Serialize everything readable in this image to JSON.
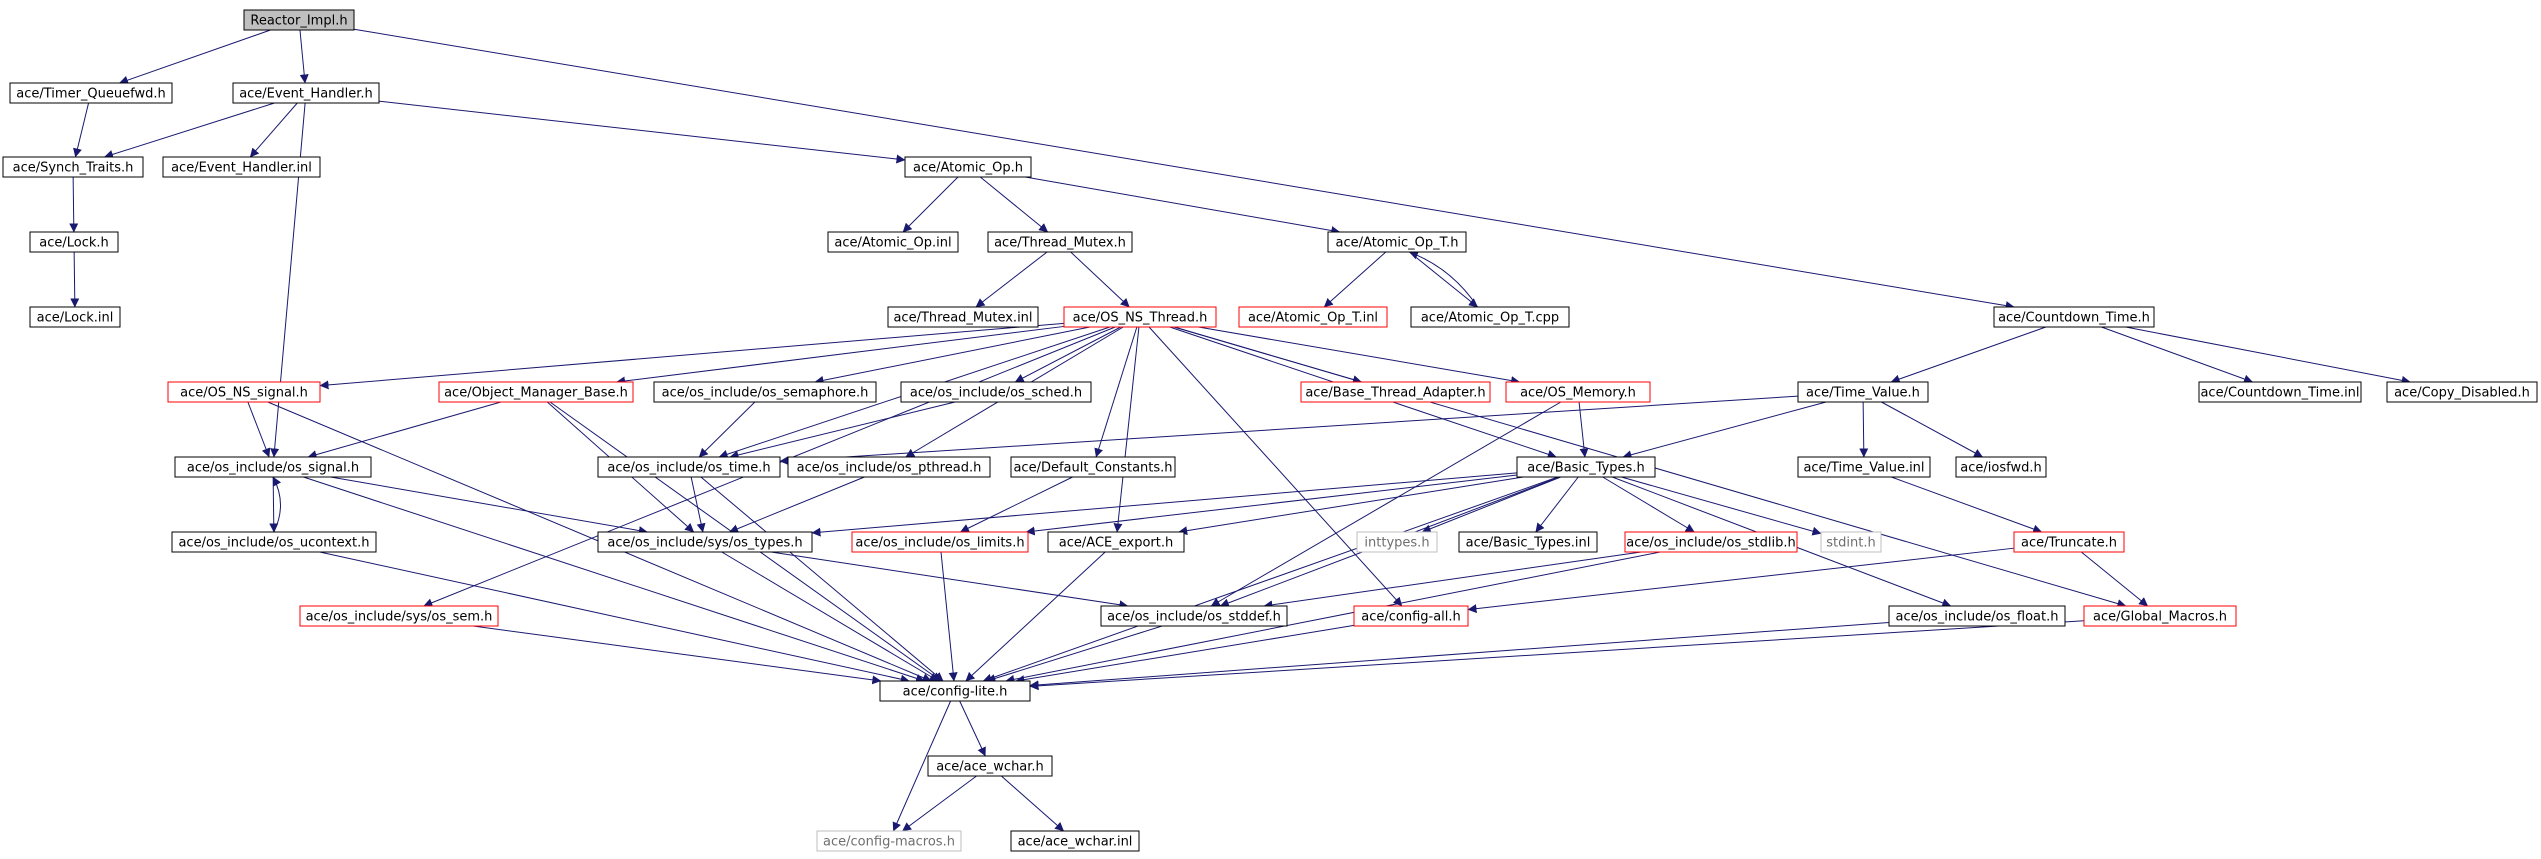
{
  "colors": {
    "background": "#ffffff",
    "edge": "#191970",
    "normal_border": "#000000",
    "incomplete_border": "#ff0000",
    "external_border": "#bfbfbf",
    "root_fill": "#bfbfbf",
    "node_fill": "#ffffff",
    "text": "#000000"
  },
  "nodes": {
    "reactor_impl": {
      "label": "Reactor_Impl.h",
      "kind": "root"
    },
    "timer_queuefwd": {
      "label": "ace/Timer_Queuefwd.h",
      "kind": "normal"
    },
    "event_handler": {
      "label": "ace/Event_Handler.h",
      "kind": "normal"
    },
    "synch_traits": {
      "label": "ace/Synch_Traits.h",
      "kind": "normal"
    },
    "event_handler_inl": {
      "label": "ace/Event_Handler.inl",
      "kind": "normal"
    },
    "atomic_op": {
      "label": "ace/Atomic_Op.h",
      "kind": "normal"
    },
    "lock_h": {
      "label": "ace/Lock.h",
      "kind": "normal"
    },
    "lock_inl": {
      "label": "ace/Lock.inl",
      "kind": "normal"
    },
    "atomic_op_inl": {
      "label": "ace/Atomic_Op.inl",
      "kind": "normal"
    },
    "thread_mutex": {
      "label": "ace/Thread_Mutex.h",
      "kind": "normal"
    },
    "atomic_op_t": {
      "label": "ace/Atomic_Op_T.h",
      "kind": "normal"
    },
    "thread_mutex_inl": {
      "label": "ace/Thread_Mutex.inl",
      "kind": "normal"
    },
    "os_ns_thread": {
      "label": "ace/OS_NS_Thread.h",
      "kind": "incomplete"
    },
    "atomic_op_t_inl": {
      "label": "ace/Atomic_Op_T.inl",
      "kind": "incomplete"
    },
    "atomic_op_t_cpp": {
      "label": "ace/Atomic_Op_T.cpp",
      "kind": "normal"
    },
    "countdown_time": {
      "label": "ace/Countdown_Time.h",
      "kind": "normal"
    },
    "os_ns_signal": {
      "label": "ace/OS_NS_signal.h",
      "kind": "incomplete"
    },
    "object_manager_base": {
      "label": "ace/Object_Manager_Base.h",
      "kind": "incomplete"
    },
    "os_semaphore": {
      "label": "ace/os_include/os_semaphore.h",
      "kind": "normal"
    },
    "os_sched": {
      "label": "ace/os_include/os_sched.h",
      "kind": "normal"
    },
    "base_thread_adapter": {
      "label": "ace/Base_Thread_Adapter.h",
      "kind": "incomplete"
    },
    "os_memory": {
      "label": "ace/OS_Memory.h",
      "kind": "incomplete"
    },
    "time_value": {
      "label": "ace/Time_Value.h",
      "kind": "normal"
    },
    "countdown_time_inl": {
      "label": "ace/Countdown_Time.inl",
      "kind": "normal"
    },
    "copy_disabled": {
      "label": "ace/Copy_Disabled.h",
      "kind": "normal"
    },
    "os_signal": {
      "label": "ace/os_include/os_signal.h",
      "kind": "normal"
    },
    "os_time": {
      "label": "ace/os_include/os_time.h",
      "kind": "normal"
    },
    "os_pthread": {
      "label": "ace/os_include/os_pthread.h",
      "kind": "normal"
    },
    "default_constants": {
      "label": "ace/Default_Constants.h",
      "kind": "normal"
    },
    "basic_types": {
      "label": "ace/Basic_Types.h",
      "kind": "normal"
    },
    "time_value_inl": {
      "label": "ace/Time_Value.inl",
      "kind": "normal"
    },
    "iosfwd": {
      "label": "ace/iosfwd.h",
      "kind": "normal"
    },
    "os_ucontext": {
      "label": "ace/os_include/os_ucontext.h",
      "kind": "normal"
    },
    "sys_os_types": {
      "label": "ace/os_include/sys/os_types.h",
      "kind": "normal"
    },
    "os_limits": {
      "label": "ace/os_include/os_limits.h",
      "kind": "incomplete"
    },
    "ace_export": {
      "label": "ace/ACE_export.h",
      "kind": "normal"
    },
    "inttypes": {
      "label": "inttypes.h",
      "kind": "external"
    },
    "basic_types_inl": {
      "label": "ace/Basic_Types.inl",
      "kind": "normal"
    },
    "os_stdlib": {
      "label": "ace/os_include/os_stdlib.h",
      "kind": "incomplete"
    },
    "stdint": {
      "label": "stdint.h",
      "kind": "external"
    },
    "truncate": {
      "label": "ace/Truncate.h",
      "kind": "incomplete"
    },
    "sys_os_sem": {
      "label": "ace/os_include/sys/os_sem.h",
      "kind": "incomplete"
    },
    "os_stddef": {
      "label": "ace/os_include/os_stddef.h",
      "kind": "normal"
    },
    "config_all": {
      "label": "ace/config-all.h",
      "kind": "incomplete"
    },
    "os_float": {
      "label": "ace/os_include/os_float.h",
      "kind": "normal"
    },
    "global_macros": {
      "label": "ace/Global_Macros.h",
      "kind": "incomplete"
    },
    "config_lite": {
      "label": "ace/config-lite.h",
      "kind": "normal"
    },
    "ace_wchar": {
      "label": "ace/ace_wchar.h",
      "kind": "normal"
    },
    "config_macros": {
      "label": "ace/config-macros.h",
      "kind": "external"
    },
    "ace_wchar_inl": {
      "label": "ace/ace_wchar.inl",
      "kind": "normal"
    }
  },
  "edges": [
    [
      "reactor_impl",
      "timer_queuefwd"
    ],
    [
      "reactor_impl",
      "event_handler"
    ],
    [
      "reactor_impl",
      "countdown_time"
    ],
    [
      "timer_queuefwd",
      "synch_traits"
    ],
    [
      "event_handler",
      "synch_traits"
    ],
    [
      "event_handler",
      "event_handler_inl"
    ],
    [
      "event_handler",
      "atomic_op"
    ],
    [
      "event_handler",
      "os_signal"
    ],
    [
      "synch_traits",
      "lock_h"
    ],
    [
      "lock_h",
      "lock_inl"
    ],
    [
      "atomic_op",
      "atomic_op_inl"
    ],
    [
      "atomic_op",
      "thread_mutex"
    ],
    [
      "atomic_op",
      "atomic_op_t"
    ],
    [
      "thread_mutex",
      "thread_mutex_inl"
    ],
    [
      "thread_mutex",
      "os_ns_thread"
    ],
    [
      "atomic_op_t",
      "atomic_op_t_inl"
    ],
    [
      "atomic_op_t",
      "atomic_op_t_cpp"
    ],
    [
      "atomic_op_t_cpp",
      "atomic_op_t"
    ],
    [
      "os_ns_thread",
      "os_ns_signal"
    ],
    [
      "os_ns_thread",
      "object_manager_base"
    ],
    [
      "os_ns_thread",
      "os_semaphore"
    ],
    [
      "os_ns_thread",
      "os_sched"
    ],
    [
      "os_ns_thread",
      "base_thread_adapter"
    ],
    [
      "os_ns_thread",
      "os_memory"
    ],
    [
      "os_ns_thread",
      "os_pthread"
    ],
    [
      "os_ns_thread",
      "default_constants"
    ],
    [
      "os_ns_thread",
      "basic_types"
    ],
    [
      "os_ns_thread",
      "ace_export"
    ],
    [
      "os_ns_thread",
      "config_all"
    ],
    [
      "os_ns_thread",
      "global_macros"
    ],
    [
      "os_ns_thread",
      "sys_os_sem"
    ],
    [
      "os_ns_thread",
      "os_time"
    ],
    [
      "countdown_time",
      "time_value"
    ],
    [
      "countdown_time",
      "countdown_time_inl"
    ],
    [
      "countdown_time",
      "copy_disabled"
    ],
    [
      "os_ns_signal",
      "os_signal"
    ],
    [
      "os_ns_signal",
      "config_lite"
    ],
    [
      "object_manager_base",
      "os_signal"
    ],
    [
      "object_manager_base",
      "sys_os_types"
    ],
    [
      "object_manager_base",
      "config_lite"
    ],
    [
      "os_semaphore",
      "os_time"
    ],
    [
      "os_sched",
      "os_time"
    ],
    [
      "os_memory",
      "basic_types"
    ],
    [
      "os_memory",
      "os_stddef"
    ],
    [
      "time_value",
      "os_time"
    ],
    [
      "time_value",
      "basic_types"
    ],
    [
      "time_value",
      "time_value_inl"
    ],
    [
      "time_value",
      "iosfwd"
    ],
    [
      "os_signal",
      "os_ucontext"
    ],
    [
      "os_signal",
      "sys_os_types"
    ],
    [
      "os_signal",
      "config_lite"
    ],
    [
      "os_ucontext",
      "os_signal"
    ],
    [
      "os_ucontext",
      "config_lite"
    ],
    [
      "os_time",
      "sys_os_types"
    ],
    [
      "os_time",
      "config_lite"
    ],
    [
      "os_pthread",
      "sys_os_types"
    ],
    [
      "default_constants",
      "os_limits"
    ],
    [
      "basic_types",
      "sys_os_types"
    ],
    [
      "basic_types",
      "os_limits"
    ],
    [
      "basic_types",
      "ace_export"
    ],
    [
      "basic_types",
      "inttypes"
    ],
    [
      "basic_types",
      "basic_types_inl"
    ],
    [
      "basic_types",
      "os_stdlib"
    ],
    [
      "basic_types",
      "stdint"
    ],
    [
      "basic_types",
      "os_stddef"
    ],
    [
      "basic_types",
      "os_float"
    ],
    [
      "basic_types",
      "config_lite"
    ],
    [
      "time_value_inl",
      "truncate"
    ],
    [
      "truncate",
      "global_macros"
    ],
    [
      "truncate",
      "config_all"
    ],
    [
      "sys_os_types",
      "os_stddef"
    ],
    [
      "sys_os_types",
      "config_lite"
    ],
    [
      "os_limits",
      "config_lite"
    ],
    [
      "ace_export",
      "config_lite"
    ],
    [
      "os_stdlib",
      "os_stddef"
    ],
    [
      "os_stdlib",
      "config_lite"
    ],
    [
      "sys_os_sem",
      "config_lite"
    ],
    [
      "os_stddef",
      "config_lite"
    ],
    [
      "config_all",
      "config_lite"
    ],
    [
      "os_float",
      "config_lite"
    ],
    [
      "global_macros",
      "config_lite"
    ],
    [
      "config_lite",
      "ace_wchar"
    ],
    [
      "config_lite",
      "config_macros"
    ],
    [
      "ace_wchar",
      "config_macros"
    ],
    [
      "ace_wchar",
      "ace_wchar_inl"
    ]
  ]
}
